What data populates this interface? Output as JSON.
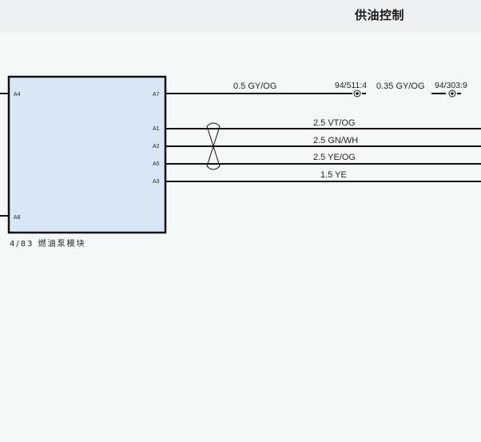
{
  "header": {
    "title": "供油控制"
  },
  "module": {
    "name": "4/83 燃油泵模块",
    "pins_left": [
      "A4",
      "A8"
    ],
    "pins_right": [
      "A7",
      "A1",
      "A2",
      "A5",
      "A3"
    ]
  },
  "wires": [
    {
      "pin": "A7",
      "label": "0.5 GY/OG"
    },
    {
      "pin": "A1",
      "label": "2.5  VT/OG"
    },
    {
      "pin": "A2",
      "label": "2.5 GN/WH"
    },
    {
      "pin": "A5",
      "label": "2.5 YE/OG"
    },
    {
      "pin": "A3",
      "label": "1.5 YE"
    }
  ],
  "connectors": [
    {
      "id": "94/511:4",
      "wire_after": "0.35 GY/OG"
    },
    {
      "id": "94/303:9"
    }
  ],
  "colors": {
    "module_fill": "#d8e7f5",
    "line": "#111111",
    "background": "#f5f8f9",
    "header": "#eef1f4"
  }
}
